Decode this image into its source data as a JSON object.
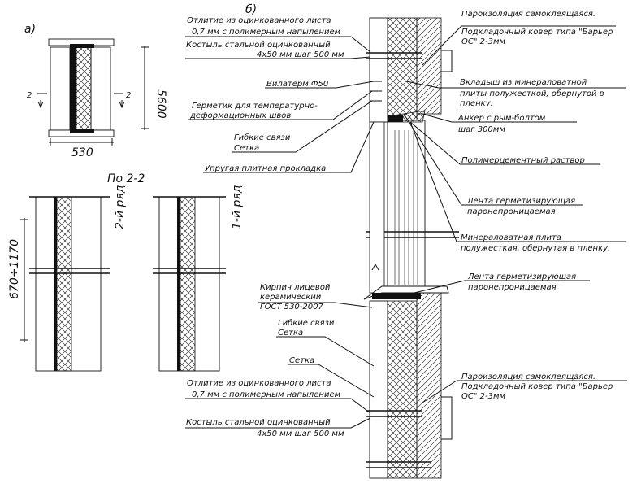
{
  "figure": {
    "view_a_label": "а)",
    "view_b_label": "б)",
    "section_label": "По 2-2",
    "cut_mark": "2",
    "dim_width_a": "530",
    "dim_height_a": "5600",
    "dim_height_section": "670÷1170",
    "row_2_label": "2-й ряд",
    "row_1_label": "1-й ряд"
  },
  "callouts": {
    "otlivka_top_1": "Отлитие из оцинкованного листа",
    "otlivka_top_2": "0,7 мм с полимерным напылением",
    "kostyl_top_1": "Костыль стальной оцинкованный",
    "kostyl_top_2": "4х50 мм шаг 500 мм",
    "vilaterm": "Вилатерм Ф50",
    "germetik_1": "Герметик для температурно-",
    "germetik_2": "деформационных швов",
    "gibkie_top_1": "Гибкие связи",
    "gibkie_top_2": "Сетка",
    "prokladka": "Упругая плитная прокладка",
    "parozol_top_1": "Пароизоляция самоклеящаяся.",
    "parozol_top_2": "Подкладочный ковер типа \"Барьер",
    "parozol_top_3": "ОС\" 2-3мм",
    "vkladysh_1": "Вкладыш из минераловатной",
    "vkladysh_2": "плиты полужесткой, обернутой в",
    "vkladysh_3": "пленку.",
    "ankr_1": "Анкер с рым-болтом",
    "ankr_2": "шаг 300мм",
    "rastvor": "Полимерцементный раствор",
    "lenta_top_1": "Лента герметизирующая",
    "lenta_top_2": "паронепроницаемая",
    "plita_1": "Минераловатная плита",
    "plita_2": "полужесткая, обернутая в пленку.",
    "lenta_mid_1": "Лента герметизирующая",
    "lenta_mid_2": "паронепроницаемая",
    "kirpich_1": "Кирпич лицевой",
    "kirpich_2": "керамический",
    "kirpich_3": "ГОСТ 530-2007",
    "gibkie_bot_1": "Гибкие связи",
    "gibkie_bot_2": "Сетка",
    "setka": "Сетка",
    "otlivka_bot_1": "Отлитие из оцинкованного листа",
    "otlivka_bot_2": "0,7 мм с полимерным напылением",
    "parozol_bot_1": "Пароизоляция самоклеящаяся.",
    "parozol_bot_2": "Подкладочный ковер типа \"Барьер",
    "parozol_bot_3": "ОС\" 2-3мм",
    "kostyl_bot_1": "Костыль стальной оцинкованный",
    "kostyl_bot_2": "4х50 мм шаг 500 мм"
  }
}
